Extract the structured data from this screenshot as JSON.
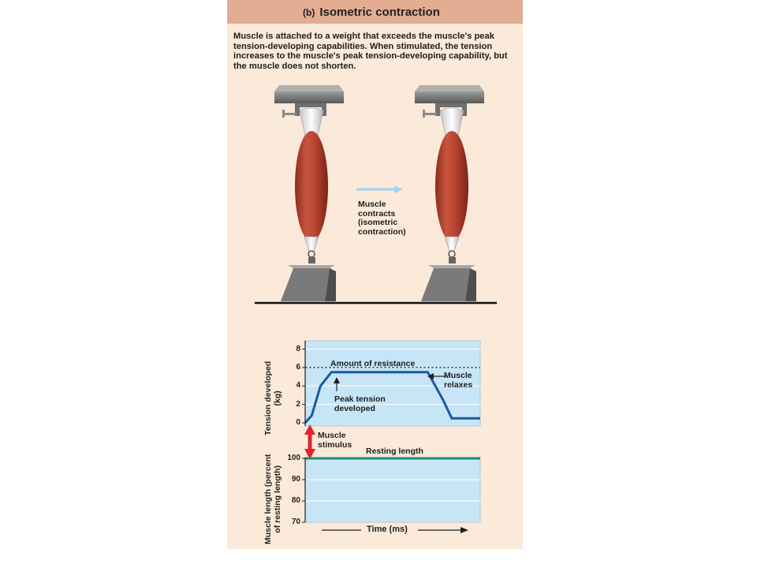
{
  "figure": {
    "part_label": "(b)",
    "title": "Isometric contraction",
    "description": "Muscle is attached to a weight that exceeds the muscle's peak tension-developing capabilities. When stimulated, the tension increases to the muscle's peak tension-developing capability, but the muscle does not shorten.",
    "arrow_label": [
      "Muscle",
      "contracts",
      "(isometric",
      "contraction)"
    ]
  },
  "chart_data": [
    {
      "type": "line",
      "ylabel": [
        "Tension developed",
        "(kg)"
      ],
      "yticks": [
        0,
        2,
        4,
        6,
        8
      ],
      "ylim": [
        0,
        8.9
      ],
      "resistance_level": 6,
      "series": [
        {
          "values": [
            [
              0,
              0
            ],
            [
              3,
              0.8
            ],
            [
              7,
              4.0
            ],
            [
              12,
              5.5
            ],
            [
              56,
              5.5
            ],
            [
              63,
              2.5
            ],
            [
              67,
              0.5
            ],
            [
              80,
              0.5
            ]
          ]
        }
      ],
      "annotations": {
        "resistance": "Amount of resistance",
        "relaxes": [
          "Muscle",
          "relaxes"
        ],
        "peak": [
          "Peak tension",
          "developed"
        ],
        "stimulus": [
          "Muscle",
          "stimulus"
        ]
      }
    },
    {
      "type": "line",
      "ylabel": [
        "Muscle length (percent",
        "of resting length)"
      ],
      "yticks": [
        70,
        80,
        90,
        100
      ],
      "ylim": [
        70,
        100
      ],
      "series": [
        {
          "name": "Resting length",
          "values": [
            [
              0,
              100
            ],
            [
              80,
              100
            ]
          ]
        }
      ],
      "xlabel": "Time (ms)"
    }
  ],
  "colors": {
    "header": "#e2ad92",
    "panel": "#fbe9d9",
    "plot_bg": "#c6e5f7",
    "tension_line": "#1a5aa0",
    "length_line": "#1a8c73",
    "stimulus_arrow": "#e2232a",
    "motion_arrow": "#9fd4f2"
  }
}
